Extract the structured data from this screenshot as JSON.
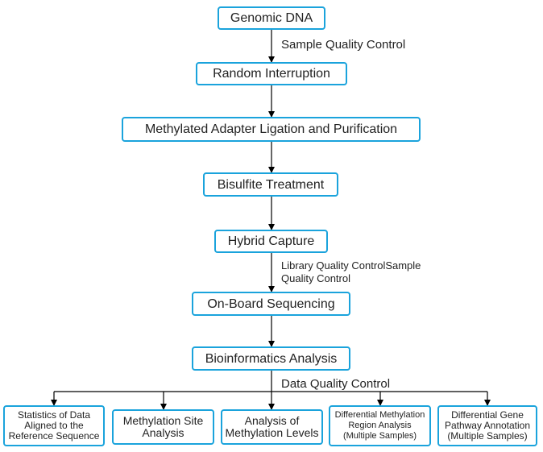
{
  "colors": {
    "box_border": "#1aa3dc",
    "arrow": "#000000",
    "text": "#222222",
    "background": "#ffffff"
  },
  "steps": [
    "Genomic DNA",
    "Random Interruption",
    "Methylated Adapter Ligation and Purification",
    "Bisulfite Treatment",
    "Hybrid Capture",
    "On-Board Sequencing",
    "Bioinformatics Analysis"
  ],
  "edge_labels": {
    "sample_qc": "Sample Quality Control",
    "library_qc_line1": "Library Quality ControlSample",
    "library_qc_line2": "Quality Control",
    "data_qc": "Data Quality Control"
  },
  "outputs": [
    {
      "line1": "Statistics of Data",
      "line2": "Aligned to the",
      "line3": "Reference Sequence"
    },
    {
      "line1": "Methylation Site",
      "line2": "Analysis"
    },
    {
      "line1": "Analysis of",
      "line2": "Methylation Levels"
    },
    {
      "line1": "Differential Methylation",
      "line2": "Region Analysis",
      "line3": "(Multiple Samples)"
    },
    {
      "line1": "Differential Gene",
      "line2": "Pathway Annotation",
      "line3": "(Multiple Samples)"
    }
  ]
}
